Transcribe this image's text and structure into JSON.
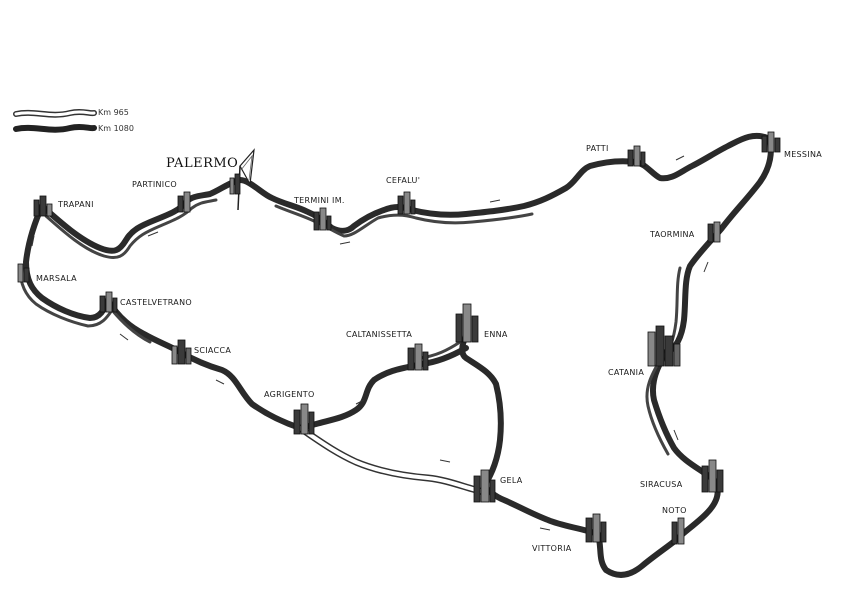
{
  "legend": {
    "route_a": "Km 965",
    "route_b": "Km 1080"
  },
  "colors": {
    "route_dark": "#2a2a2a",
    "route_light_fill": "#ffffff",
    "ink": "#1a1a1a"
  },
  "towns": {
    "palermo": "PALERMO",
    "partinico": "PARTINICO",
    "trapani": "TRAPANI",
    "marsala": "MARSALA",
    "castelvetrano": "CASTELVETRANO",
    "sciacca": "SCIACCA",
    "agrigento": "AGRIGENTO",
    "caltanissetta": "CALTANISSETTA",
    "enna": "ENNA",
    "gela": "GELA",
    "vittoria": "VITTORIA",
    "noto": "NOTO",
    "siracusa": "SIRACUSA",
    "catania": "CATANIA",
    "taormina": "TAORMINA",
    "messina": "MESSINA",
    "patti": "PATTI",
    "cefalu": "CEFALU'",
    "termini": "TERMINI IM."
  }
}
